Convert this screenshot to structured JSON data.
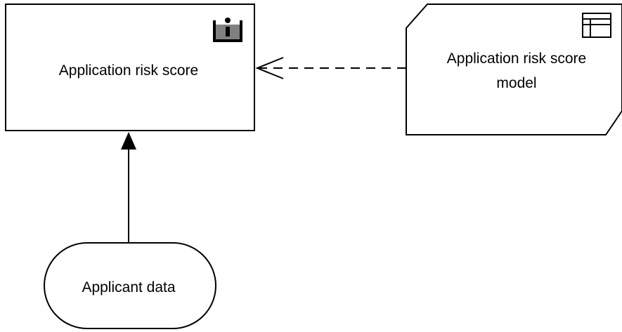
{
  "diagram": {
    "nodes": {
      "risk_score": {
        "label": "Application risk score",
        "icon": "business-object-icon"
      },
      "risk_model": {
        "label_line1": "Application risk score",
        "label_line2": "model",
        "icon": "table-icon"
      },
      "applicant_data": {
        "label": "Applicant data"
      }
    },
    "edges": [
      {
        "from": "risk_model",
        "to": "risk_score",
        "style": "dashed",
        "head": "open-arrow"
      },
      {
        "from": "applicant_data",
        "to": "risk_score",
        "style": "solid",
        "head": "filled-triangle"
      }
    ],
    "colors": {
      "stroke": "#000000",
      "fill": "#ffffff",
      "icon_fill": "#808080"
    }
  }
}
